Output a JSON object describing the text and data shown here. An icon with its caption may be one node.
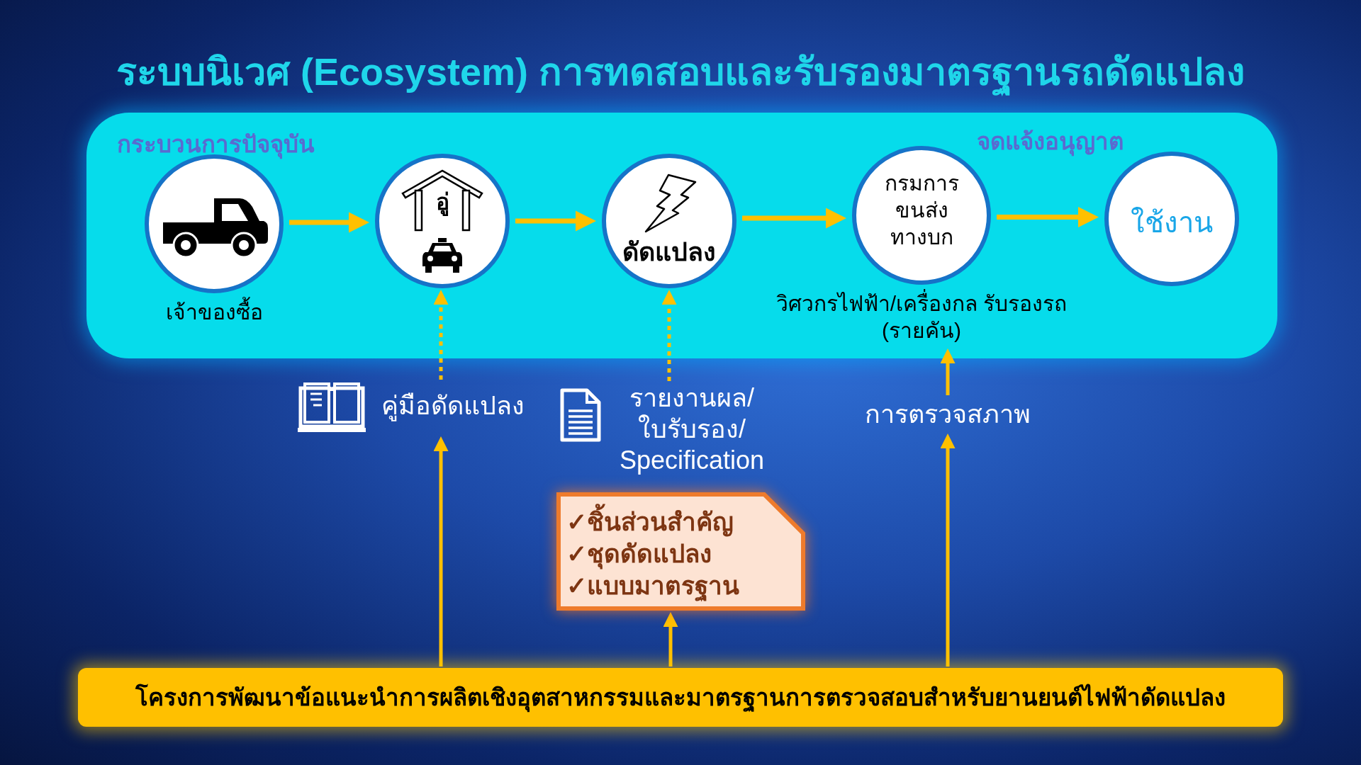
{
  "diagram": {
    "title": "ระบบนิเวศ (Ecosystem) การทดสอบและรับรองมาตรฐานรถดัดแปลง",
    "nodes": [
      {
        "text": [
          "กระบวนการปัจจุบัน",
          "จดแจ้งอนุญาต"
        ]
      },
      {
        "text": [],
        "shape": "circle",
        "beside": [
          "เจ้าของซื้อ"
        ],
        "in": 0
      },
      {
        "text": [
          "อู่"
        ],
        "in": 0
      },
      {
        "text": [
          "ดัดแปลง"
        ],
        "in": 0
      },
      {
        "text": [
          "กรมการ ขนส่ง ทางบก"
        ],
        "beside": [
          "วิศวกรไฟฟ้า/เครื่องกล รับรองรถ (รายคัน)"
        ],
        "in": 0
      },
      {
        "text": [
          "ใช้งาน"
        ],
        "in": 0
      },
      {
        "text": [
          "คู่มือดัดแปลง"
        ]
      },
      {
        "text": [
          "รายงานผล/ ใบรับรอง/ Specification"
        ]
      },
      {
        "text": [
          "การตรวจสภาพ"
        ]
      },
      {
        "text": [
          "✓ชิ้นส่วนสำคัญ",
          "✓ชุดดัดแปลง",
          "✓แบบมาตรฐาน"
        ]
      },
      {
        "text": [
          "โครงการพัฒนาข้อแนะนำการผลิตเชิงอุตสาหกรรมและมาตรฐานการตรวจสอบสำหรับยานยนต์ไฟฟ้าดัดแปลง"
        ]
      }
    ],
    "edges": [
      {
        "from": 1,
        "to": 2,
        "arrow": "to"
      },
      {
        "from": 2,
        "to": 3,
        "arrow": "to"
      },
      {
        "from": 3,
        "to": 4,
        "arrow": "to"
      },
      {
        "from": 4,
        "to": 5,
        "arrow": "to"
      },
      {
        "from": 6,
        "to": 2,
        "arrow": "to",
        "style": "dashed"
      },
      {
        "from": 7,
        "to": 3,
        "arrow": "to",
        "style": "dashed"
      },
      {
        "from": 8,
        "to": 4,
        "arrow": "to"
      },
      {
        "from": 10,
        "to": 6,
        "arrow": "to"
      },
      {
        "from": 10,
        "to": 9,
        "arrow": "to"
      },
      {
        "from": 10,
        "to": 8,
        "arrow": "to"
      }
    ]
  }
}
